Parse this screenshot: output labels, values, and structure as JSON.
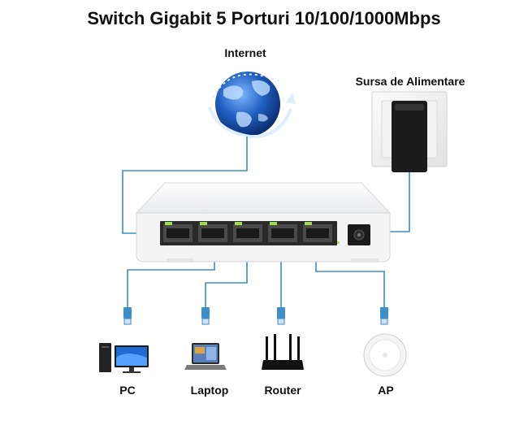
{
  "title": "Switch Gigabit 5 Porturi 10/100/1000Mbps",
  "internet": {
    "label": "Internet",
    "icon": "globe-icon"
  },
  "power": {
    "label": "Sursa de Alimentare",
    "icon": "power-adapter-icon"
  },
  "switch": {
    "ports": 5,
    "icon": "network-switch-icon"
  },
  "devices": [
    {
      "label": "PC",
      "icon": "desktop-pc-icon"
    },
    {
      "label": "Laptop",
      "icon": "laptop-icon"
    },
    {
      "label": "Router",
      "icon": "wifi-router-icon"
    },
    {
      "label": "AP",
      "icon": "access-point-icon"
    }
  ],
  "colors": {
    "cable": "#3e8ec9",
    "led": "#9be04a",
    "globe": "#1f5fc0"
  }
}
